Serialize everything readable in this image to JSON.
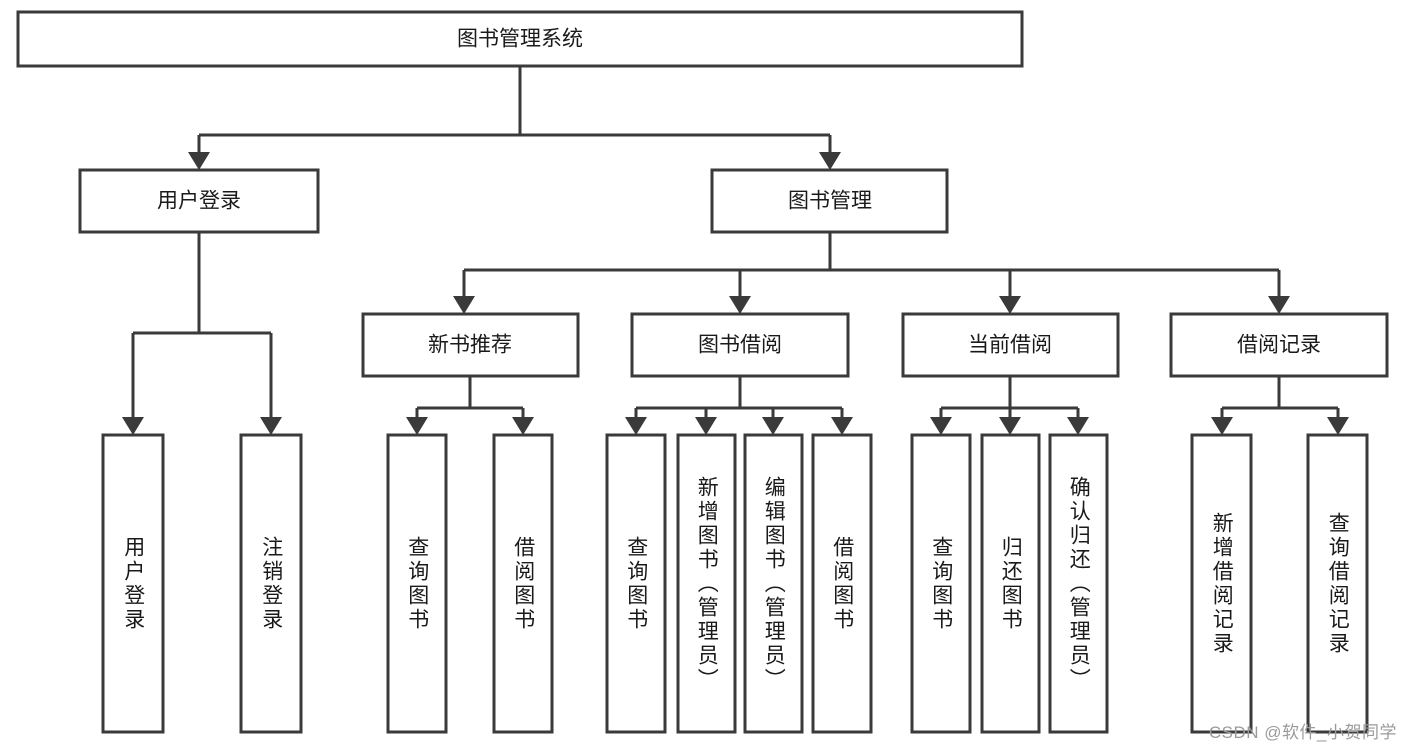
{
  "diagram": {
    "type": "tree-hierarchy-chart",
    "title": "图书管理系统",
    "watermark": "CSDN @软件_小贺同学",
    "colors": {
      "background": "#ffffff",
      "stroke": "#3a3a3a",
      "box_fill": "#ffffff",
      "text": "#1a1a1a",
      "watermark_text": "#9b9b9b"
    },
    "root": {
      "label": "图书管理系统",
      "orientation": "horizontal"
    },
    "level2": [
      {
        "id": "user-login",
        "label": "用户登录",
        "orientation": "horizontal"
      },
      {
        "id": "book-manage",
        "label": "图书管理",
        "orientation": "horizontal"
      }
    ],
    "level3": [
      {
        "id": "new-book-recommend",
        "label": "新书推荐",
        "orientation": "horizontal",
        "parent": "book-manage"
      },
      {
        "id": "book-borrow",
        "label": "图书借阅",
        "orientation": "horizontal",
        "parent": "book-manage"
      },
      {
        "id": "current-borrow",
        "label": "当前借阅",
        "orientation": "horizontal",
        "parent": "book-manage"
      },
      {
        "id": "borrow-record",
        "label": "借阅记录",
        "orientation": "horizontal",
        "parent": "book-manage"
      }
    ],
    "leaves": [
      {
        "id": "leaf-user-login",
        "label": "用户登录",
        "parent": "user-login",
        "orientation": "vertical"
      },
      {
        "id": "leaf-logout-login",
        "label": "注销登录",
        "parent": "user-login",
        "orientation": "vertical"
      },
      {
        "id": "leaf-query-book-1",
        "label": "查询图书",
        "parent": "new-book-recommend",
        "orientation": "vertical"
      },
      {
        "id": "leaf-borrow-book-1",
        "label": "借阅图书",
        "parent": "new-book-recommend",
        "orientation": "vertical"
      },
      {
        "id": "leaf-query-book-2",
        "label": "查询图书",
        "parent": "book-borrow",
        "orientation": "vertical"
      },
      {
        "id": "leaf-add-book",
        "label": "新增图书（管理员）",
        "parent": "book-borrow",
        "orientation": "vertical"
      },
      {
        "id": "leaf-edit-book",
        "label": "编辑图书（管理员）",
        "parent": "book-borrow",
        "orientation": "vertical"
      },
      {
        "id": "leaf-borrow-book-2",
        "label": "借阅图书",
        "parent": "book-borrow",
        "orientation": "vertical"
      },
      {
        "id": "leaf-query-book-3",
        "label": "查询图书",
        "parent": "current-borrow",
        "orientation": "vertical"
      },
      {
        "id": "leaf-return-book",
        "label": "归还图书",
        "parent": "current-borrow",
        "orientation": "vertical"
      },
      {
        "id": "leaf-confirm-return",
        "label": "确认归还（管理员）",
        "parent": "current-borrow",
        "orientation": "vertical"
      },
      {
        "id": "leaf-add-record",
        "label": "新增借阅记录",
        "parent": "borrow-record",
        "orientation": "vertical"
      },
      {
        "id": "leaf-query-record",
        "label": "查询借阅记录",
        "parent": "borrow-record",
        "orientation": "vertical"
      }
    ]
  }
}
